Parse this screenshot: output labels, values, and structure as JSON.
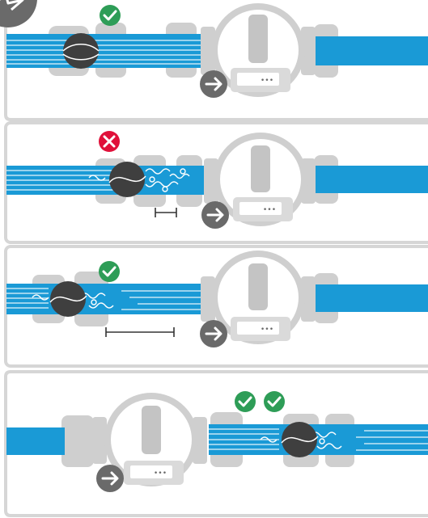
{
  "colors": {
    "background": "#ffffff",
    "panel_border": "#d6d6d6",
    "pipe_fitting": "#cfcfcf",
    "pipe_fitting_dark": "#b9b9b9",
    "meter_body": "#dadada",
    "water": "#1a9ad6",
    "water_light": "#bfe6f7",
    "valve_dark": "#3f3f3f",
    "arrow_badge": "#6a6a6a",
    "ok_badge": "#2e9d57",
    "error_badge": "#e0113a",
    "dimension_line": "#333333",
    "meter_screen_bg": "#ffffff",
    "meter_screen_text": "#6a6a6a"
  },
  "icons": {
    "corner_badge": "star-icon",
    "ok": "check-circle-icon",
    "error": "x-circle-icon",
    "flow_direction": "arrow-right-icon",
    "dimension": "dimension-line-icon"
  },
  "meter_screen_text": "•••",
  "panels": [
    {
      "id": "panel-1",
      "status": [
        "ok"
      ],
      "flow": "laminar",
      "meter_side": "right",
      "distance": "none"
    },
    {
      "id": "panel-2",
      "status": [
        "error"
      ],
      "flow": "turbulent",
      "meter_side": "right",
      "distance": "short"
    },
    {
      "id": "panel-3",
      "status": [
        "ok"
      ],
      "flow": "turbulent",
      "meter_side": "right",
      "distance": "long"
    },
    {
      "id": "panel-4",
      "status": [
        "ok",
        "ok"
      ],
      "flow": "turbulent",
      "meter_side": "left",
      "distance": "none"
    }
  ]
}
